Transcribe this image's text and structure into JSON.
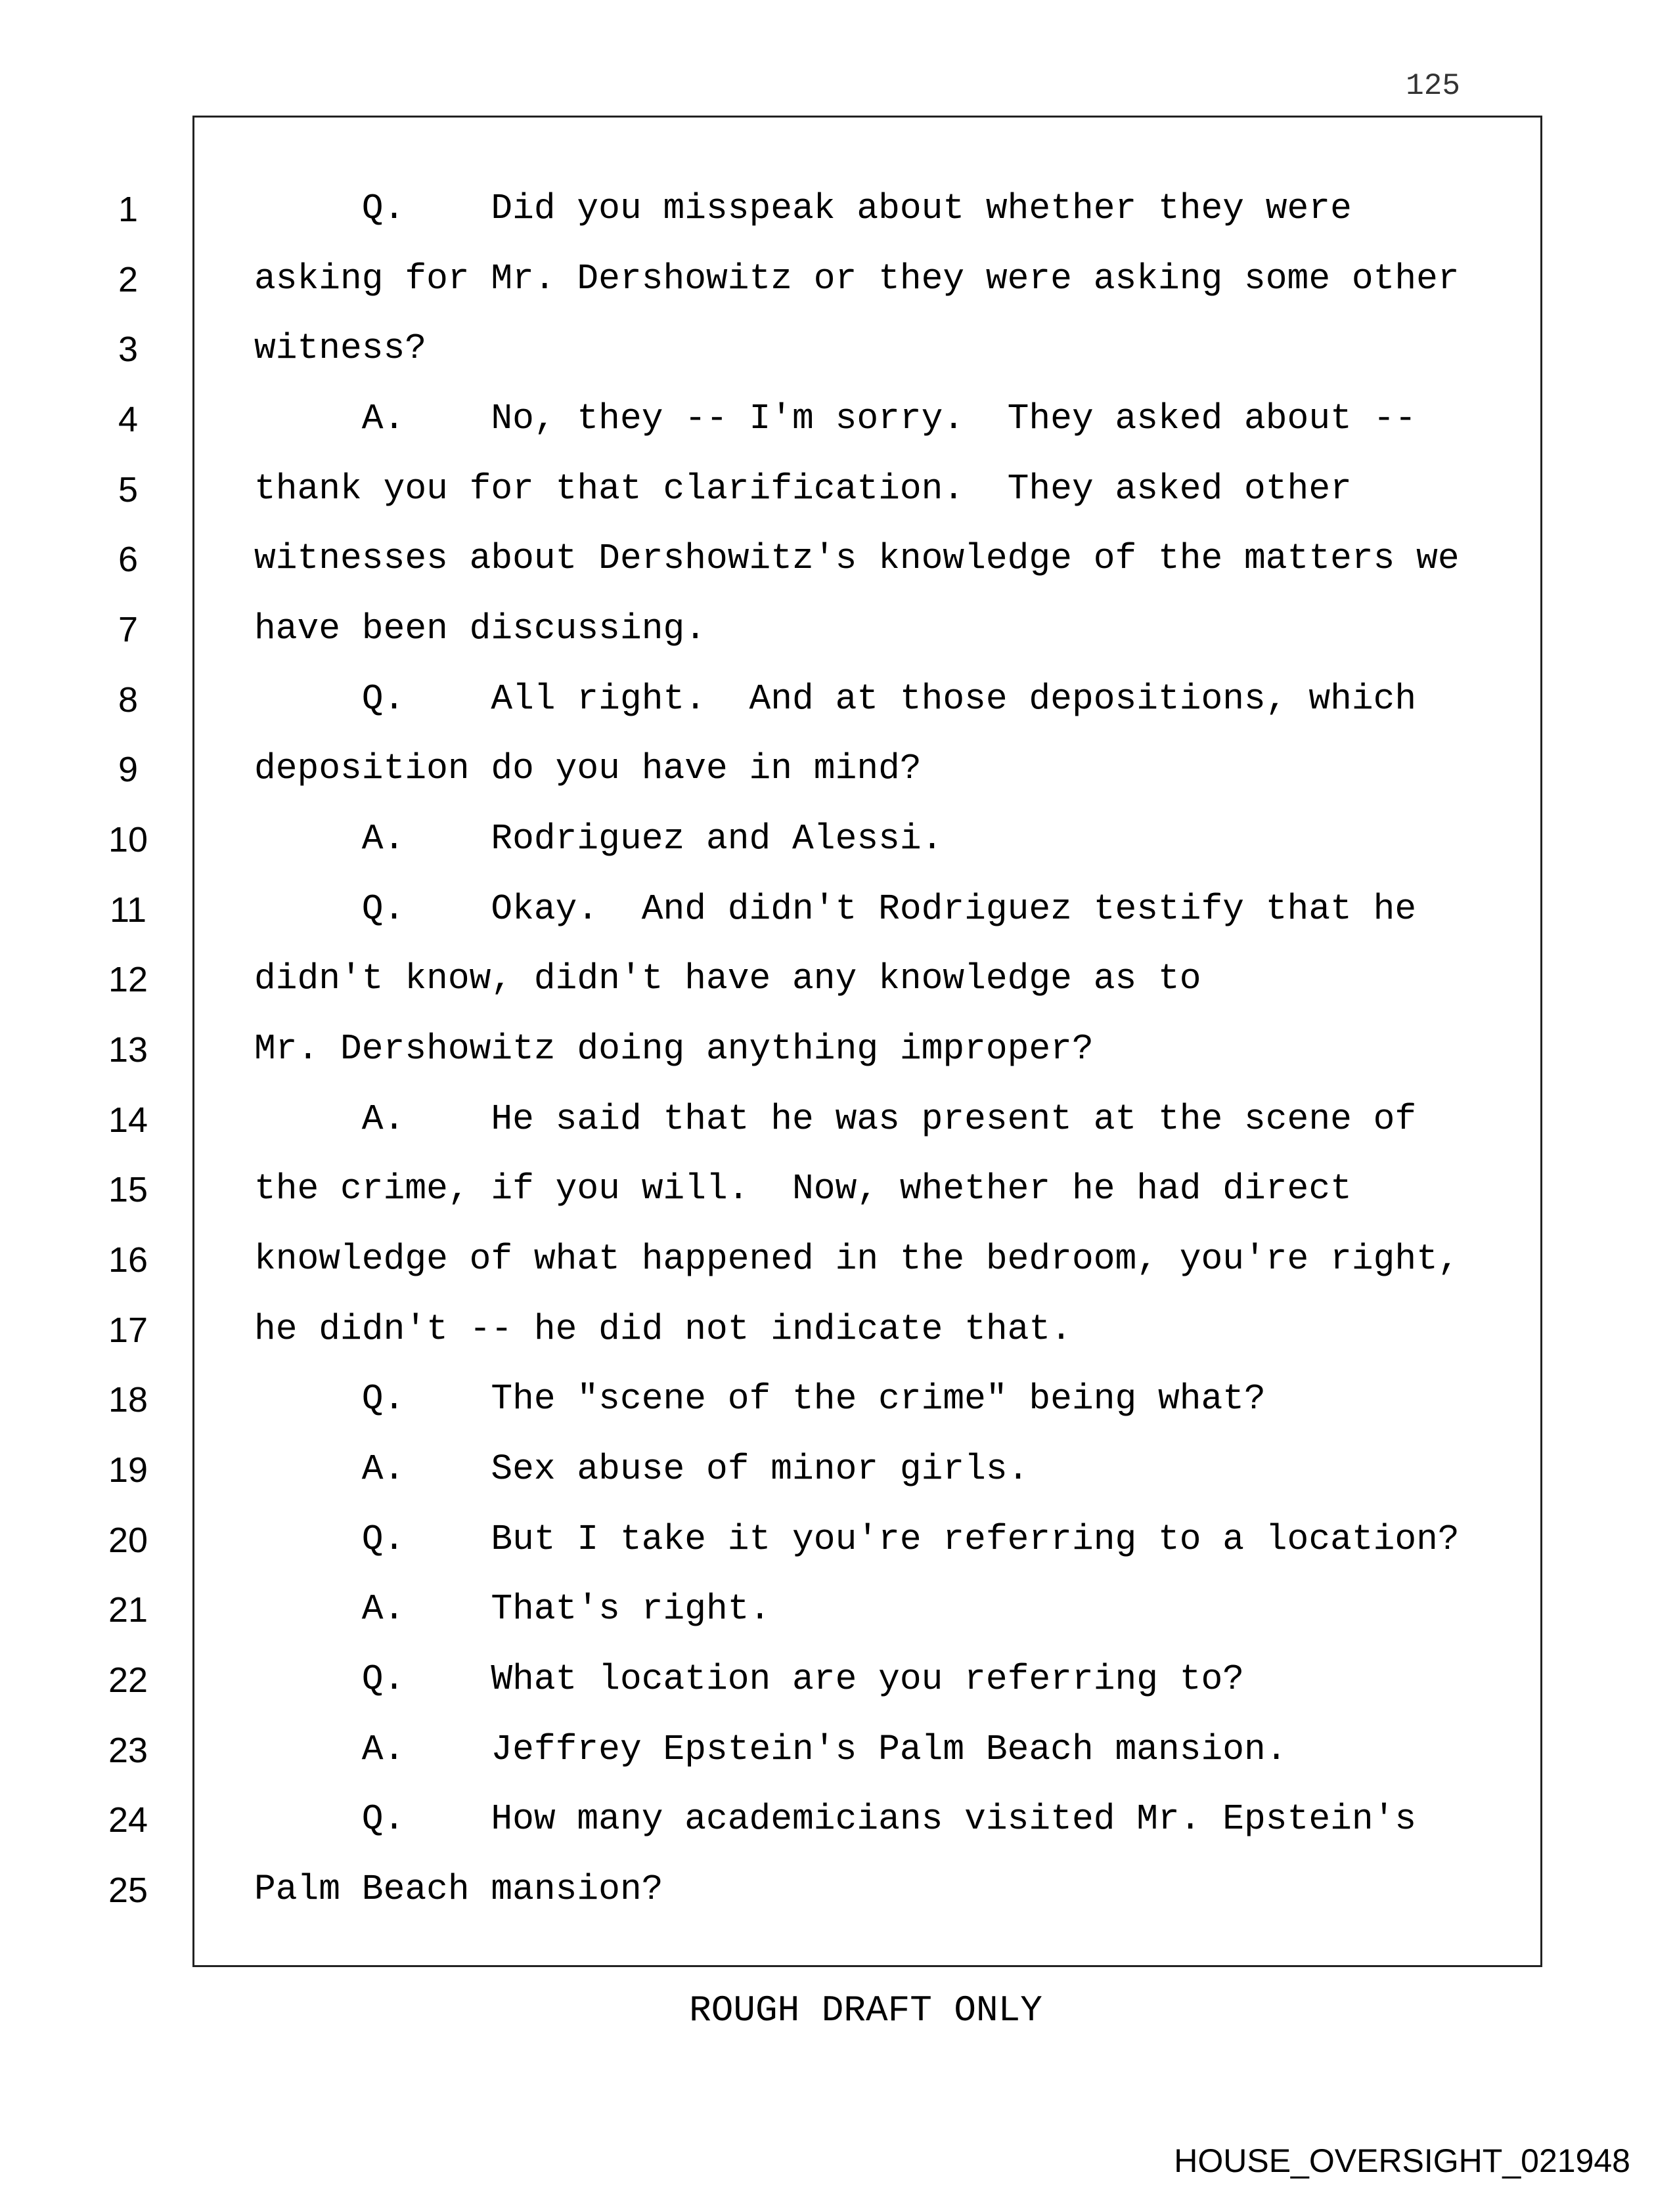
{
  "page_number": "125",
  "lines": [
    {
      "n": "1",
      "text": "     Q.    Did you misspeak about whether they were"
    },
    {
      "n": "2",
      "text": "asking for Mr. Dershowitz or they were asking some other"
    },
    {
      "n": "3",
      "text": "witness?"
    },
    {
      "n": "4",
      "text": "     A.    No, they -- I'm sorry.  They asked about --"
    },
    {
      "n": "5",
      "text": "thank you for that clarification.  They asked other"
    },
    {
      "n": "6",
      "text": "witnesses about Dershowitz's knowledge of the matters we"
    },
    {
      "n": "7",
      "text": "have been discussing."
    },
    {
      "n": "8",
      "text": "     Q.    All right.  And at those depositions, which"
    },
    {
      "n": "9",
      "text": "deposition do you have in mind?"
    },
    {
      "n": "10",
      "text": "     A.    Rodriguez and Alessi."
    },
    {
      "n": "11",
      "text": "     Q.    Okay.  And didn't Rodriguez testify that he"
    },
    {
      "n": "12",
      "text": "didn't know, didn't have any knowledge as to"
    },
    {
      "n": "13",
      "text": "Mr. Dershowitz doing anything improper?"
    },
    {
      "n": "14",
      "text": "     A.    He said that he was present at the scene of"
    },
    {
      "n": "15",
      "text": "the crime, if you will.  Now, whether he had direct"
    },
    {
      "n": "16",
      "text": "knowledge of what happened in the bedroom, you're right,"
    },
    {
      "n": "17",
      "text": "he didn't -- he did not indicate that."
    },
    {
      "n": "18",
      "text": "     Q.    The \"scene of the crime\" being what?"
    },
    {
      "n": "19",
      "text": "     A.    Sex abuse of minor girls."
    },
    {
      "n": "20",
      "text": "     Q.    But I take it you're referring to a location?"
    },
    {
      "n": "21",
      "text": "     A.    That's right."
    },
    {
      "n": "22",
      "text": "     Q.    What location are you referring to?"
    },
    {
      "n": "23",
      "text": "     A.    Jeffrey Epstein's Palm Beach mansion."
    },
    {
      "n": "24",
      "text": "     Q.    How many academicians visited Mr. Epstein's"
    },
    {
      "n": "25",
      "text": "Palm Beach mansion?"
    }
  ],
  "draft_notice": "ROUGH DRAFT ONLY",
  "bates_number": "HOUSE_OVERSIGHT_021948"
}
